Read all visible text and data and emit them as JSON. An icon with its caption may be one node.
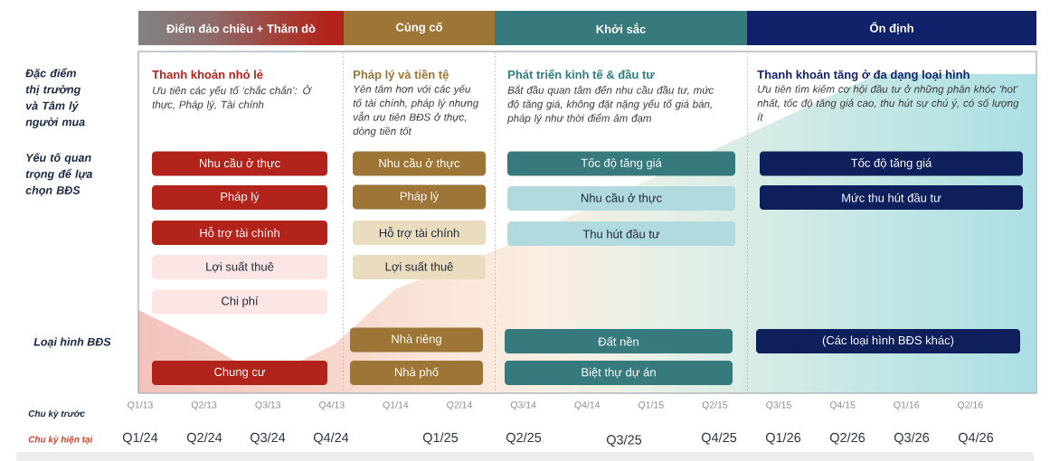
{
  "diagram": {
    "nodes": [
      {
        "text": [
          "Điểm đảo chiều + Thăm dò"
        ]
      },
      {
        "text": [
          "Củng cố"
        ]
      },
      {
        "text": [
          "Khởi sắc"
        ]
      },
      {
        "text": [
          "Ổn định"
        ]
      },
      {
        "text": [
          "Nhu cầu ở thực"
        ]
      },
      {
        "text": [
          "Nhu cầu ở thực"
        ]
      },
      {
        "text": [
          "Tốc độ tăng giá"
        ]
      },
      {
        "text": [
          "Tốc độ tăng giá"
        ]
      },
      {
        "text": [
          "Pháp lý"
        ]
      },
      {
        "text": [
          "Pháp lý"
        ]
      },
      {
        "text": [
          "Nhu cầu ở thực"
        ]
      },
      {
        "text": [
          "Mức thu hút đầu tư"
        ]
      },
      {
        "text": [
          "Hỗ trợ tài chính"
        ]
      },
      {
        "text": [
          "Hỗ trợ tài chính"
        ]
      },
      {
        "text": [
          "Thu hút đầu tư"
        ]
      },
      {
        "text": [
          "Lợi suất thuê"
        ]
      },
      {
        "text": [
          "Lợi suất thuê"
        ]
      },
      {
        "text": [
          "Chi phí"
        ]
      },
      {
        "text": [
          "Nhà riêng"
        ]
      },
      {
        "text": [
          "Đất nền"
        ]
      },
      {
        "text": [
          "(Các loại hình BĐS khác)"
        ]
      },
      {
        "text": [
          "Chung cư"
        ]
      },
      {
        "text": [
          "Nhà phố"
        ]
      },
      {
        "text": [
          "Biệt thự dự án"
        ]
      }
    ],
    "labels": [
      "Đặc điểm thị trường và Tâm lý người mua",
      "Thanh khoản nhỏ lẻ",
      "Ưu tiên các yếu tố ‘chắc chắn’: Ở thực, Pháp lý, Tài chính",
      "Pháp lý và tiền tệ",
      "Yên tâm hơn với các yếu tố tài chính, pháp lý nhưng vẫn ưu tiên BĐS ở thực, dòng tiền tốt",
      "Phát triển kinh tế & đầu tư",
      "Bắt đầu quan tâm đến nhu cầu đầu tư, mức độ tăng giá, không đặt nặng yếu tố giá bán, pháp lý như thời điểm ảm đạm",
      "Thanh khoản tăng ở đa dạng loại hình",
      "Ưu tiên tìm kiếm cơ hội đầu tư ở những phân khóc 'hot' nhất, tốc độ tăng giá cao, thu hút sự chú ý, có số lượng ít",
      "Yếu tố quan trọng để lựa chọn BĐS",
      "Loại hình BĐS",
      "Chu kỳ trước",
      "Q1/13",
      "Q2/13",
      "Q3/13",
      "Q4/13",
      "Q1/14",
      "Q2/14",
      "Q3/14",
      "Q4/14",
      "Q1/15",
      "Q2/15",
      "Q3/15",
      "Q4/15",
      "Q1/16",
      "Q2/16",
      "Chu kỳ hiện tại",
      "Q1/24",
      "Q2/24",
      "Q3/24",
      "Q4/24",
      "Q1/25",
      "Q2/25",
      "Q3/25",
      "Q4/25",
      "Q1/26",
      "Q2/26",
      "Q3/26",
      "Q4/26"
    ]
  }
}
